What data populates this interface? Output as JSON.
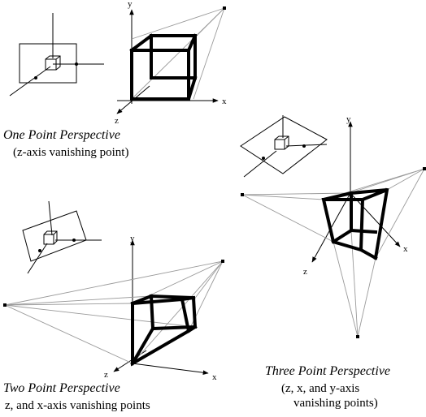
{
  "axis_labels": {
    "x": "x",
    "y": "y",
    "z": "z"
  },
  "one_point": {
    "title": "One Point Perspective",
    "subtitle": "(z-axis vanishing point)"
  },
  "two_point": {
    "title": "Two Point Perspective",
    "subtitle": "z, and x-axis vanishing points"
  },
  "three_point": {
    "title": "Three Point Perspective",
    "subtitle_line1": "(z, x, and y-axis",
    "subtitle_line2": "vanishing points)"
  }
}
